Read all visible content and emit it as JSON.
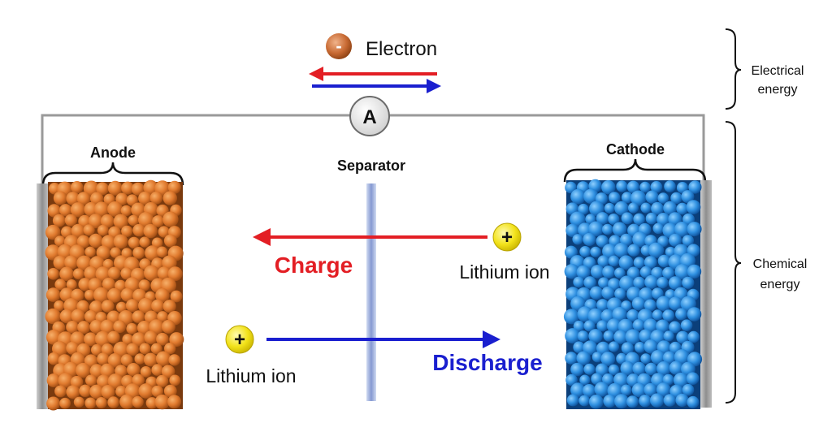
{
  "electron": {
    "sign": "-",
    "label": "Electron"
  },
  "ammeter": {
    "label": "A"
  },
  "anode": {
    "label": "Anode"
  },
  "cathode": {
    "label": "Cathode"
  },
  "separator": {
    "label": "Separator"
  },
  "charge": {
    "label": "Charge",
    "ion_sign": "+",
    "ion_label": "Lithium ion"
  },
  "discharge": {
    "label": "Discharge",
    "ion_sign": "+",
    "ion_label": "Lithium ion"
  },
  "energy": {
    "electrical_line1": "Electrical",
    "electrical_line2": "energy",
    "chemical_line1": "Chemical",
    "chemical_line2": "energy"
  },
  "colors": {
    "charge": "#e31e24",
    "discharge": "#1a1fcf",
    "anode": "#e07a2e",
    "cathode": "#2e8fe0",
    "ion": "#f2e21a"
  }
}
